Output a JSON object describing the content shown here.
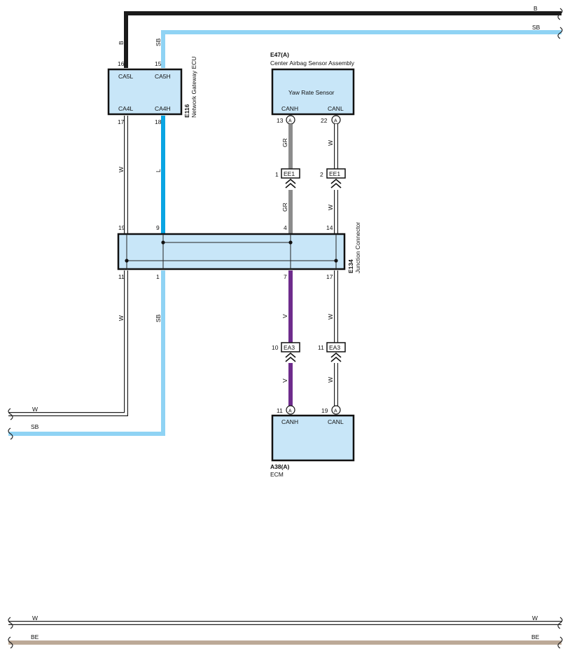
{
  "wires": {
    "b_top": {
      "code_right": "B",
      "code_vertical": "B"
    },
    "sb_top": {
      "code_right": "SB",
      "code_vertical": "SB"
    },
    "w_left": {
      "code_left": "W",
      "code_upper": "W",
      "code_lower": "W"
    },
    "sb_left": {
      "code_left": "SB",
      "code_lower": "SB"
    },
    "l_mid": {
      "code": "L"
    },
    "gr": {
      "code_upper": "GR",
      "code_lower": "GR"
    },
    "w_airbag": {
      "code_upper": "W",
      "code_lower": "W"
    },
    "v": {
      "code_upper": "V",
      "code_lower": "V"
    },
    "w_ecm": {
      "code_upper": "W",
      "code_lower": "W"
    },
    "bottom_w": {
      "code_left": "W",
      "code_right": "W"
    },
    "bottom_be": {
      "code_left": "BE",
      "code_right": "BE"
    }
  },
  "gateway": {
    "code": "E116",
    "name": "Network Gateway ECU",
    "terminals": {
      "ca5l": "CA5L",
      "ca5h": "CA5H",
      "ca4l": "CA4L",
      "ca4h": "CA4H"
    },
    "pins": {
      "p16": "16",
      "p15": "15",
      "p17": "17",
      "p18": "18"
    }
  },
  "airbag": {
    "code": "E47(A)",
    "name": "Center Airbag Sensor Assembly",
    "inner": "Yaw Rate Sensor",
    "terminals": {
      "canh": "CANH",
      "canl": "CANL"
    },
    "pins": {
      "p13": "13",
      "p22": "22"
    },
    "pin_marker": "A"
  },
  "junction": {
    "code": "E134",
    "name": "Junction Connector",
    "pins": {
      "p19": "19",
      "p9": "9",
      "p4": "4",
      "p14": "14",
      "p11": "11",
      "p1": "1",
      "p7": "7",
      "p17": "17"
    }
  },
  "ecm": {
    "code": "A38(A)",
    "name": "ECM",
    "terminals": {
      "canh": "CANH",
      "canl": "CANL"
    },
    "pins": {
      "p11": "11",
      "p19": "19"
    },
    "pin_marker": "A"
  },
  "connectors": {
    "ee1_left": {
      "pin": "1",
      "label": "EE1"
    },
    "ee1_right": {
      "pin": "2",
      "label": "EE1"
    },
    "ea3_left": {
      "pin": "10",
      "label": "EA3"
    },
    "ea3_right": {
      "pin": "11",
      "label": "EA3"
    }
  },
  "colors": {
    "b": "#1a1a1a",
    "sb": "#8fd3f4",
    "l": "#0aa5e3",
    "gr": "#8c8c8c",
    "v": "#6e2c8c",
    "be": "#bca997",
    "w": "#ffffff",
    "box": "#c8e6f8"
  }
}
